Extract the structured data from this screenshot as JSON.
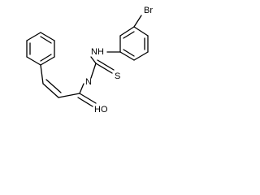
{
  "molecule": {
    "atoms": {
      "br": "Br",
      "nh_amine": "NH",
      "n_imine": "N",
      "s": "S",
      "nh_amide": "H",
      "o": "O"
    }
  }
}
